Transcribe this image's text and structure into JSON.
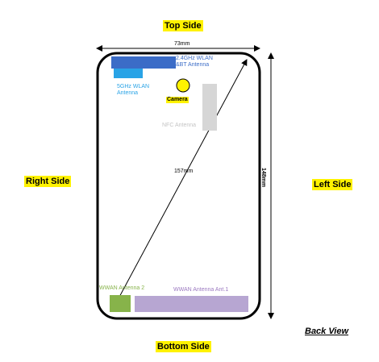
{
  "sides": {
    "top": "Top Side",
    "right": "Right Side",
    "left": "Left Side",
    "bottom": "Bottom Side"
  },
  "view_label": "Back View",
  "dimensions": {
    "width": "73mm",
    "height": "148mm",
    "diagonal": "157mm"
  },
  "components": {
    "wlan_24": {
      "line1": "2.4GHz WLAN",
      "line2": "&BT Antenna",
      "color": "#3b6cc7"
    },
    "wlan_5": {
      "line1": "5GHz WLAN",
      "line2": "Antenna",
      "color": "#29a3e6"
    },
    "camera": {
      "label": "Camera",
      "color": "#fff200"
    },
    "nfc": {
      "label": "NFC Antenna",
      "color": "#d6d6d6"
    },
    "wwan_2": {
      "label": "WWAN Antenna 2",
      "color": "#87b34a"
    },
    "wwan_1": {
      "label": "WWAN Antenna Ant.1",
      "color": "#b7a6d2"
    }
  }
}
